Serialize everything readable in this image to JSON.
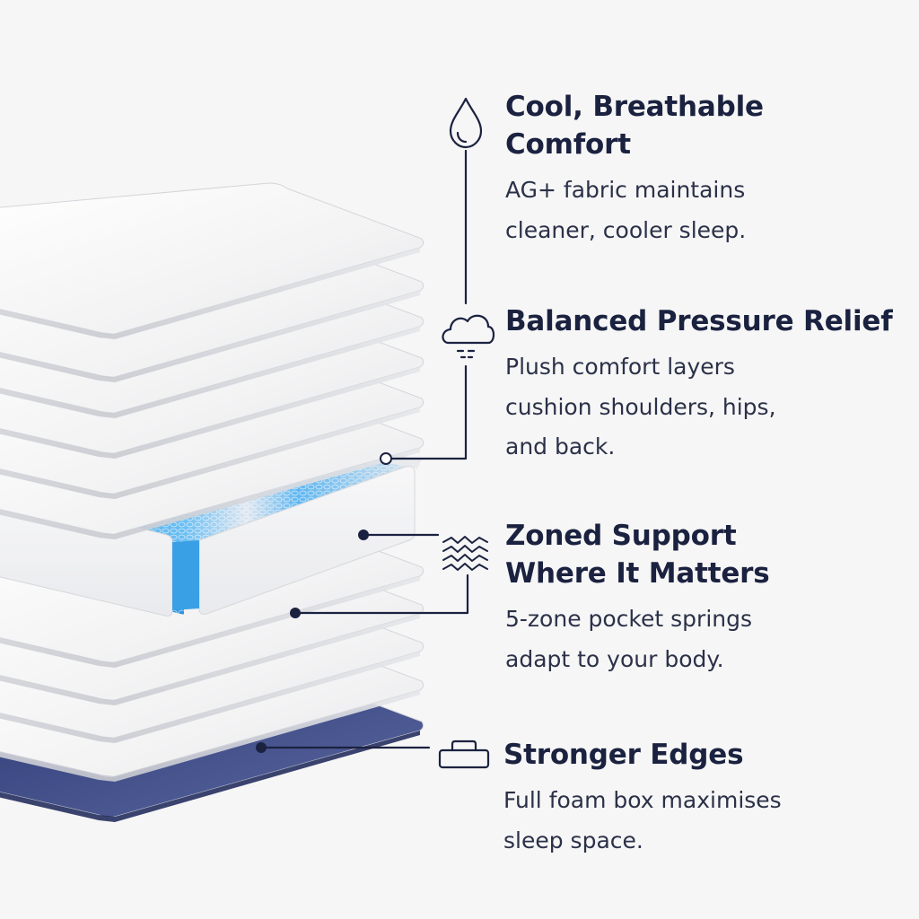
{
  "features": [
    {
      "id": "cool",
      "icon": "water-drop-icon",
      "title_lines": [
        "Cool, Breathable",
        "Comfort"
      ],
      "desc_lines": [
        "AG+ fabric maintains",
        "cleaner, cooler sleep."
      ]
    },
    {
      "id": "balanced",
      "icon": "cloud-icon",
      "title_lines": [
        "Balanced Pressure Relief"
      ],
      "desc_lines": [
        "Plush comfort layers",
        "cushion shoulders, hips,",
        "and back."
      ]
    },
    {
      "id": "zoned",
      "icon": "waves-icon",
      "title_lines": [
        "Zoned Support",
        "Where It Matters"
      ],
      "desc_lines": [
        "5-zone pocket springs",
        "adapt to your body."
      ]
    },
    {
      "id": "edges",
      "icon": "foam-box-icon",
      "title_lines": [
        "Stronger Edges"
      ],
      "desc_lines": [
        "Full foam box maximises",
        "sleep space."
      ]
    }
  ],
  "colors": {
    "background": "#f6f6f6",
    "navy": "#1b2240",
    "spring_blue": "#3da3e8",
    "base_navy": "#3d4a80"
  }
}
